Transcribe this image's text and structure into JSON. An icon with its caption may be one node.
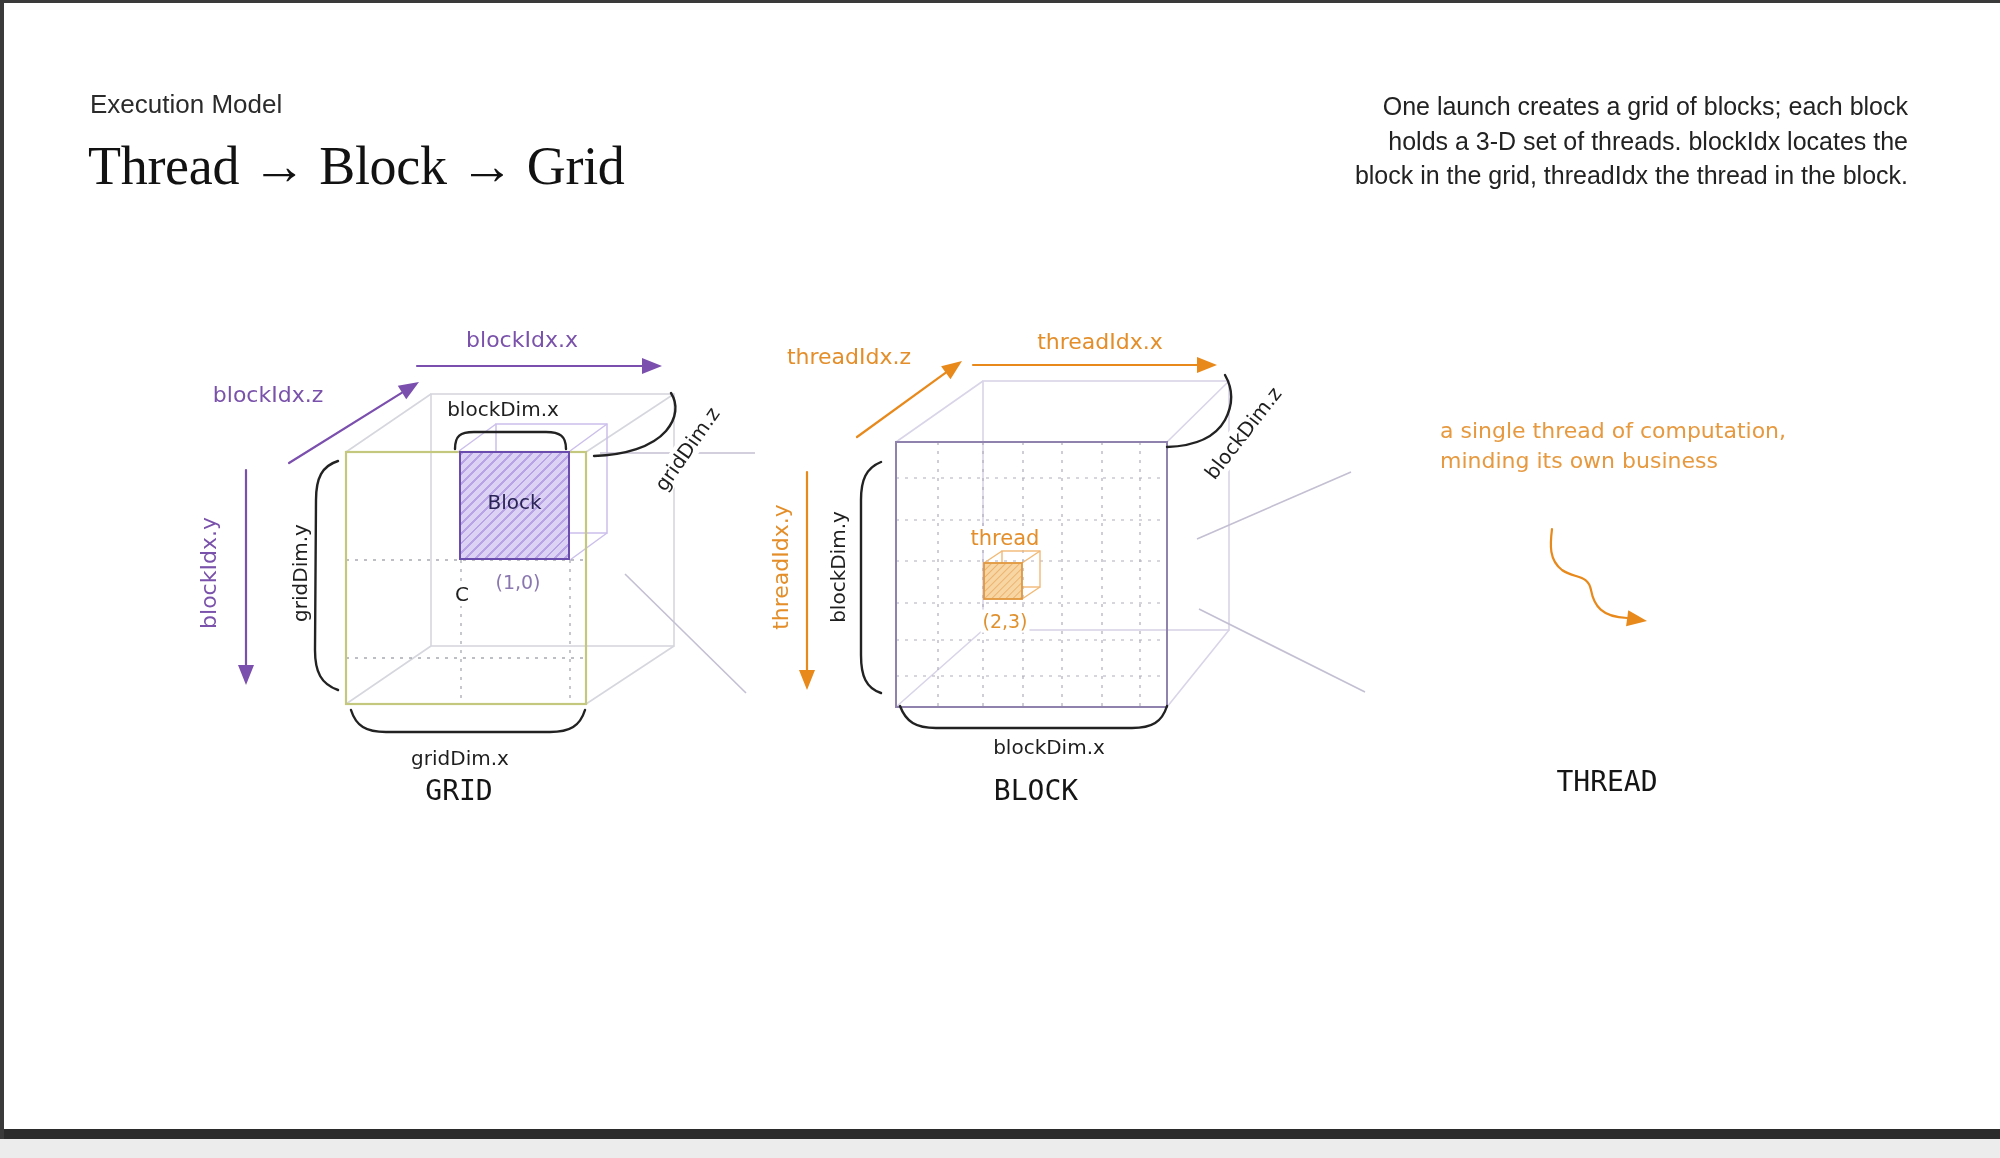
{
  "diagram": {
    "title": "Thread → Block → Grid",
    "nodes": [
      {
        "text": [
          "Block"
        ],
        "beside": [
          "(1,0)"
        ]
      },
      {
        "text": [
          "thread"
        ],
        "beside": [
          "(2,3)"
        ]
      }
    ],
    "labels": [
      "Execution Model",
      "One launch creates a grid of blocks; each block holds a 3-D set of threads. blockIdx locates the block in the grid, threadIdx the thread in the block.",
      "blockIdx.x",
      "blockIdx.z",
      "blockDim.x",
      "gridDim.z",
      "blockIdx.y",
      "gridDim.y",
      "C",
      "gridDim.x",
      "GRID",
      "threadIdx.z",
      "threadIdx.x",
      "blockDim.z",
      "threadIdx.y",
      "blockDim.y",
      "blockDim.x",
      "BLOCK",
      "a single thread of computation, minding its own business",
      "THREAD"
    ]
  }
}
